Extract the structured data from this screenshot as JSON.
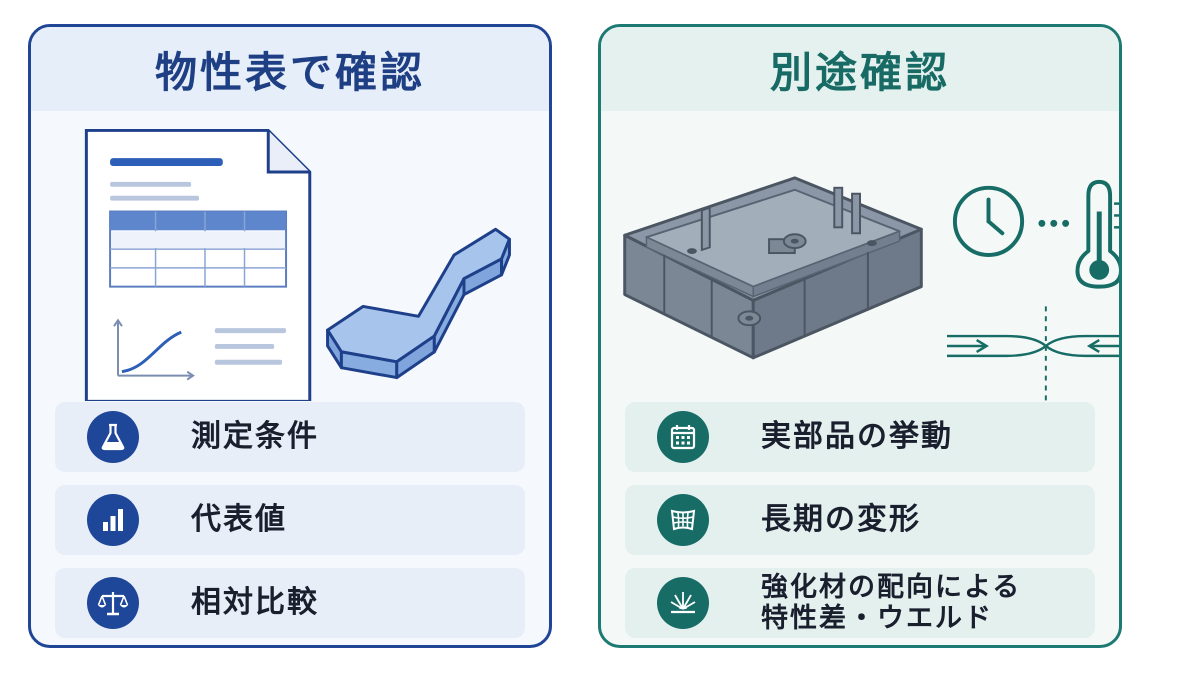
{
  "left_panel": {
    "title": "物性表で確認",
    "items": [
      {
        "icon": "flask-icon",
        "label": "測定条件"
      },
      {
        "icon": "bar-chart-icon",
        "label": "代表値"
      },
      {
        "icon": "balance-scale-icon",
        "label": "相対比較"
      }
    ]
  },
  "right_panel": {
    "title": "別途確認",
    "items": [
      {
        "icon": "calendar-icon",
        "label": "実部品の挙動"
      },
      {
        "icon": "warped-grid-icon",
        "label": "長期の変形"
      },
      {
        "icon": "fiber-burst-icon",
        "label_line1": "強化材の配向による",
        "label_line2": "特性差・ウエルド"
      }
    ]
  },
  "colors": {
    "left_accent": "#1f4594",
    "right_accent": "#1d7a72"
  }
}
